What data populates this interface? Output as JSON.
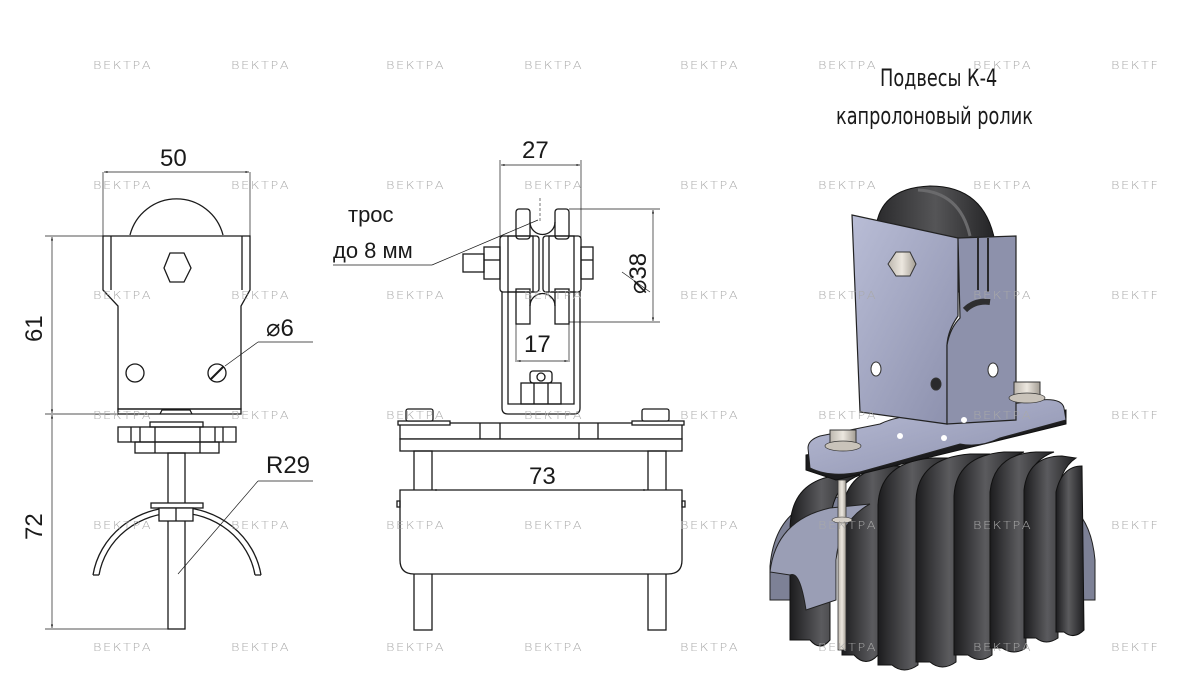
{
  "title": {
    "line1": "Подвесы К-4",
    "line2": "капролоновый ролик"
  },
  "watermark": {
    "text": "ВЕКТРА",
    "truncated_text": "ВЕКТF",
    "rows_y": [
      68,
      188,
      298,
      418,
      528,
      650
    ],
    "cols_x": [
      93,
      231,
      386,
      524,
      680,
      818,
      973,
      1111
    ]
  },
  "front_view": {
    "dimensions": {
      "width": "50",
      "upper_height": "61",
      "lower_height": "72",
      "hole_diameter": "⌀6",
      "radius": "R29"
    }
  },
  "side_view": {
    "dimensions": {
      "width": "27",
      "roller_diameter": "⌀38",
      "inner_width": "17",
      "clamp_length": "73"
    },
    "callout": {
      "line1": "трос",
      "line2": "до 8 мм"
    }
  },
  "render_3d": {
    "label": "3D model of cable trolley K-4",
    "colors": {
      "bracket": "#a3a8c4",
      "roller": "#3a3a3c",
      "cables": "#2e2e30",
      "bolt": "#d6d0c8"
    }
  }
}
